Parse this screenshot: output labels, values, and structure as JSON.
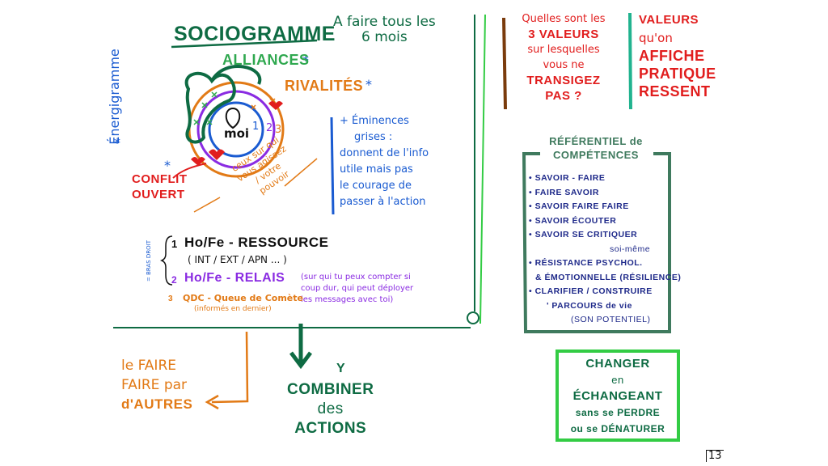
{
  "page": {
    "number": "13"
  },
  "colors": {
    "dark_green": "#0e6b43",
    "green": "#2fa84f",
    "bright_green": "#33cc44",
    "orange": "#e27a16",
    "red": "#e11d1d",
    "blue": "#1a5bd1",
    "purple": "#8a2be2",
    "navy": "#1f2a8a",
    "teal": "#21b38f",
    "brown": "#7a3b0c",
    "frame_green": "#3f7a5e"
  },
  "sociogram": {
    "title": "SOCIOGRAMME",
    "frequency": [
      "A faire tous les",
      "6 mois"
    ],
    "side_label": "Énergigramme",
    "alliances": "ALLIANCES",
    "rivalites": "RIVALITÉS",
    "conflit": [
      "CONFLIT",
      "OUVERT"
    ],
    "moi": "moi",
    "ring_numbers": [
      "1",
      "2",
      "3"
    ],
    "diagonal_note": [
      "ceux sur qui",
      "vous agissez",
      "/ votre",
      "pouvoir"
    ],
    "eminences": [
      "+ Éminences",
      "grises :",
      "donnent de l'info",
      "utile mais pas",
      "le courage de",
      "passer à l'action"
    ]
  },
  "resources": {
    "bras_droit": "= BRAS DROIT",
    "item1_num": "1",
    "item1": "Ho/Fe - RESSOURCE",
    "item1_sub": "( INT / EXT / APN ... )",
    "item2_num": "2",
    "item2": "Ho/Fe - RELAIS",
    "item2_note": [
      "(sur qui tu peux compter si",
      "coup dur, qui peut déployer",
      "les messages avec toi)"
    ],
    "item3_num": "3",
    "item3": "QDC - Queue de Comète",
    "item3_sub": "(informés en dernier)"
  },
  "bottom": {
    "faire_faire": [
      "le FAIRE",
      "FAIRE par",
      "d'AUTRES"
    ],
    "y": "Y",
    "combiner": [
      "COMBINER",
      "des",
      "ACTIONS"
    ]
  },
  "valeurs_question": [
    "Quelles sont les",
    "3 VALEURS",
    "sur lesquelles",
    "vous ne",
    "TRANSIGEZ",
    "PAS ?"
  ],
  "valeurs_answer": [
    "VALEURS",
    "qu'on",
    "AFFICHE",
    "PRATIQUE",
    "RESSENT"
  ],
  "referentiel": {
    "title": [
      "RÉFÉRENTIEL de",
      "COMPÉTENCES"
    ],
    "items": [
      "• SAVOIR - FAIRE",
      "• FAIRE SAVOIR",
      "• SAVOIR FAIRE FAIRE",
      "• SAVOIR ÉCOUTER",
      "• SAVOIR SE CRITIQUER",
      "soi-même",
      "• RÉSISTANCE PSYCHOL.",
      "& ÉMOTIONNELLE (RÉSILIENCE)",
      "• CLARIFIER / CONSTRUIRE",
      "' PARCOURS de vie",
      "(SON POTENTIEL)"
    ]
  },
  "changer": [
    "CHANGER",
    "en",
    "ÉCHANGEANT",
    "sans se PERDRE",
    "ou se DÉNATURER"
  ]
}
